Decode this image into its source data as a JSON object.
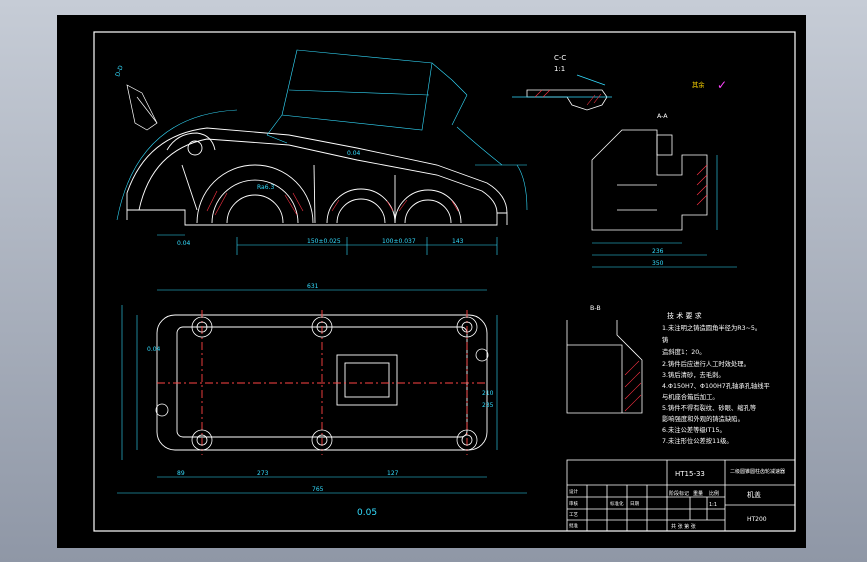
{
  "drawing": {
    "section_cc": {
      "title": "C-C",
      "scale": "1:1"
    },
    "section_aa": {
      "title": "A-A"
    },
    "section_bb": {
      "title": "B-B"
    },
    "view_dd": {
      "title": "D-D"
    },
    "other_label": "其余",
    "main_dims": {
      "total_length": "765",
      "width_total": "631",
      "dim_273": "273",
      "dim_89": "89",
      "dim_127": "127",
      "dim_210": "210",
      "dim_235": "235",
      "dim_350": "350",
      "dim_236": "236",
      "center_dist_1": "150±0.025",
      "center_dist_2": "100±0.037",
      "dim_143": "143",
      "flatness_1": "0.04",
      "flatness_2": "0.04",
      "flatness_bottom": "0.05",
      "flatness_top": "0.04",
      "roughness_label": "Ra6.3"
    },
    "tech_requirements": {
      "title": "技 术 要 求",
      "items": [
        "1.未注明之铸造圆角半径为R3~5。",
        "铸",
        "造斜度1：20。",
        "2.铸件后应进行人工时效处理。",
        "3.铸后清砂，去毛刺。",
        "4.Φ150H7、Φ100H7孔轴承孔轴线平",
        "  与机座合箱后加工。",
        "5.铸件不得有裂纹、砂眼、缩孔等",
        "  影响强度和外观的铸造缺陷。",
        "6.未注公差等级IT15。",
        "7.未注形位公差按11级。"
      ]
    },
    "title_block": {
      "part_no": "HT15-33",
      "part_name": "机盖",
      "designer_label": "设计",
      "material": "HT200",
      "stage_marks": "阶段标记",
      "weight": "重量",
      "scale_label": "比例",
      "scale": "1:1",
      "sheets": "共 张 第 张",
      "school": "二级圆锥圆柱齿轮减速器",
      "checker": "审核",
      "process": "工艺",
      "std": "标准化",
      "approve": "批准",
      "date": "日期"
    }
  },
  "colors": {
    "frame": "#ffffff",
    "outline": "#ffffff",
    "dimension": "#33ddff",
    "hatch": "#ff3344",
    "magenta": "#ff44ff",
    "center": "#ff4444"
  }
}
